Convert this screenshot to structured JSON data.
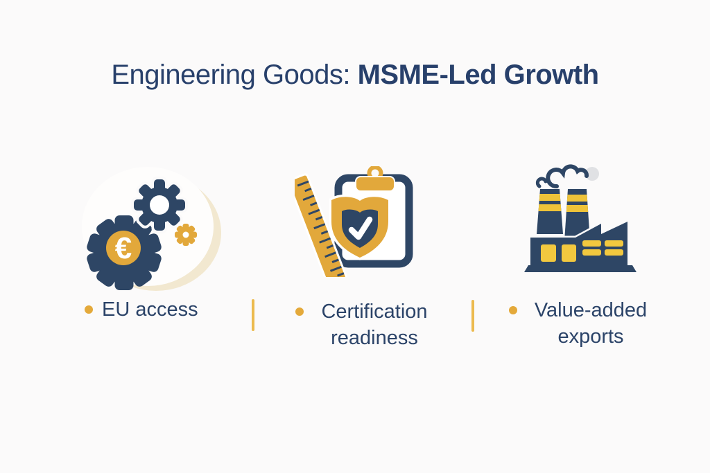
{
  "title": {
    "regular": "Engineering Goods:",
    "bold": "MSME-Led Growth"
  },
  "features": [
    {
      "id": "eu-access",
      "icon": "gears-euro-icon",
      "label": "EU access"
    },
    {
      "id": "certification-readiness",
      "icon": "certification-checklist-icon",
      "label": "Certification readiness"
    },
    {
      "id": "value-added-exports",
      "icon": "factory-icon",
      "label": "Value-added exports"
    }
  ],
  "symbols": {
    "euro": "€"
  },
  "colors": {
    "navy": "#2e4665",
    "text_navy": "#2b4368",
    "title_navy": "#28406b",
    "gold": "#e2a83b",
    "gold_bright": "#f2c83f",
    "band_gold": "#eec339",
    "bullet_gold": "#e4a93a",
    "divider_gold": "#ecba4e",
    "cream": "#f2e8d0",
    "smoke_gray": "#e0e1e4",
    "background": "#fbfafa",
    "white": "#ffffff"
  }
}
